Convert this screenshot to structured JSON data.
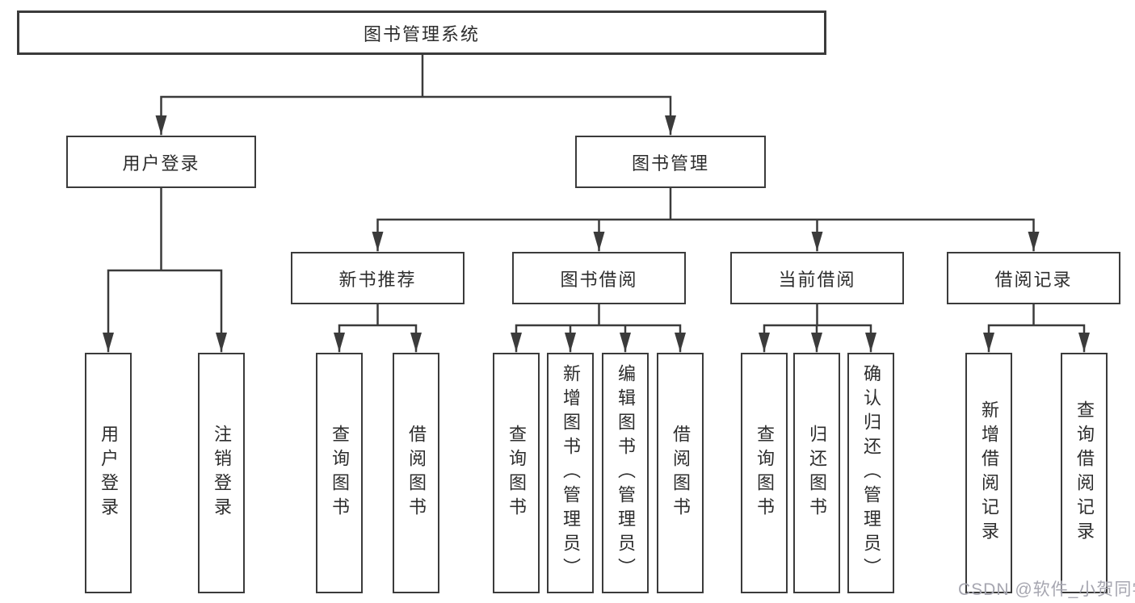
{
  "diagram": {
    "root": "图书管理系统",
    "level2": {
      "user_login": {
        "label": "用户登录",
        "children": {
          "login": "用户登录",
          "logout": "注销登录"
        }
      },
      "book_mgmt": {
        "label": "图书管理",
        "children": {
          "new_book_rec": {
            "label": "新书推荐",
            "children": {
              "query": "查询图书",
              "borrow": "借阅图书"
            }
          },
          "book_borrow": {
            "label": "图书借阅",
            "children": {
              "query": "查询图书",
              "add": "新增图书（管理员）",
              "edit": "编辑图书（管理员）",
              "borrow": "借阅图书"
            }
          },
          "current_borrow": {
            "label": "当前借阅",
            "children": {
              "query": "查询图书",
              "return": "归还图书",
              "confirm": "确认归还（管理员）"
            }
          },
          "borrow_records": {
            "label": "借阅记录",
            "children": {
              "add": "新增借阅记录",
              "query": "查询借阅记录"
            }
          }
        }
      }
    }
  },
  "watermark": "CSDN @软件_小贺同学",
  "colors": {
    "line": "#3b3b3b",
    "text": "#2d2d2d",
    "box_background": "#ffffff",
    "background": "#ffffff",
    "watermark": "#a6a6b0"
  }
}
